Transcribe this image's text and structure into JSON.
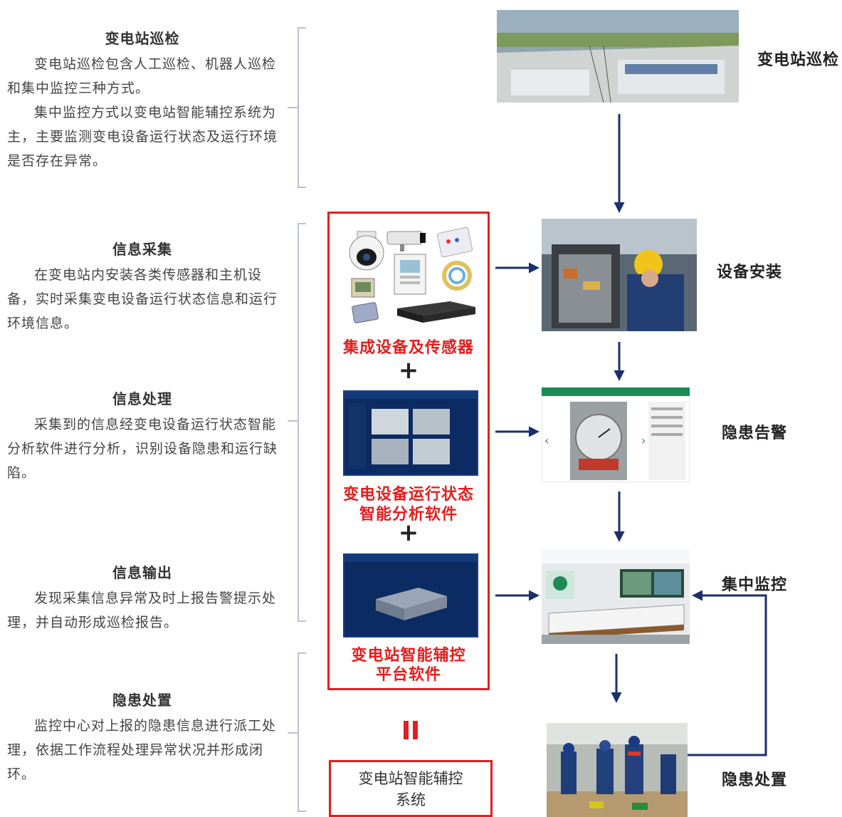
{
  "left": [
    {
      "title": "变电站巡检",
      "paras": [
        "变电站巡检包含人工巡检、机器人巡检和集中监控三种方式。",
        "集中监控方式以变电站智能辅控系统为主，主要监测变电设备运行状态及运行环境是否存在异常。"
      ]
    },
    {
      "title": "信息采集",
      "paras": [
        "在变电站内安装各类传感器和主机设备，实时采集变电设备运行状态信息和运行环境信息。"
      ]
    },
    {
      "title": "信息处理",
      "paras": [
        "采集到的信息经变电设备运行状态智能分析软件进行分析，识别设备隐患和运行缺陷。"
      ]
    },
    {
      "title": "信息输出",
      "paras": [
        "发现采集信息异常及时上报告警提示处理，并自动形成巡检报告。"
      ]
    },
    {
      "title": "隐患处置",
      "paras": [
        "监控中心对上报的隐患信息进行派工处理，依据工作流程处理异常状况并形成闭环。"
      ]
    }
  ],
  "center": {
    "label1": "集成设备及传感器",
    "plus": "+",
    "label2_line1": "变电设备运行状态",
    "label2_line2": "智能分析软件",
    "label3_line1": "变电站智能辅控",
    "label3_line2": "平台软件",
    "final_line1": "变电站智能辅控",
    "final_line2": "系统"
  },
  "right": {
    "step1": "变电站巡检",
    "step2": "设备安装",
    "step3": "隐患告警",
    "step4": "集中监控",
    "step5": "隐患处置"
  },
  "colors": {
    "accent_red": "#e02020",
    "arrow_navy": "#1a2f6e",
    "screen_blue": "#0d2b63"
  }
}
